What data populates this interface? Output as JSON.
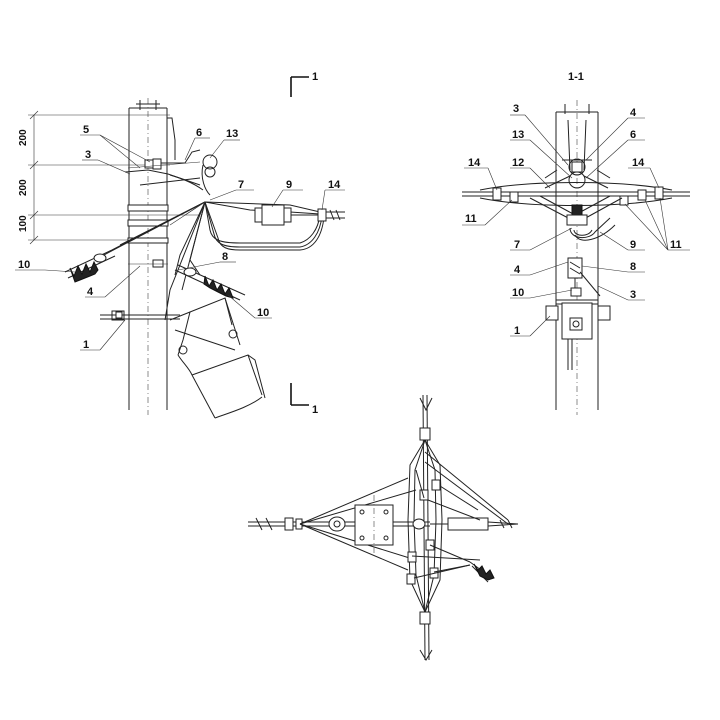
{
  "section_marker": "1",
  "section_title": "1-1",
  "dimensions": [
    "200",
    "200",
    "100"
  ],
  "side_view_labels": [
    "5",
    "6",
    "13",
    "3",
    "7",
    "9",
    "14",
    "10",
    "4",
    "8",
    "10",
    "1"
  ],
  "section_view_labels": [
    "3",
    "4",
    "13",
    "6",
    "14",
    "12",
    "14",
    "11",
    "7",
    "9",
    "11",
    "4",
    "8",
    "10",
    "3",
    "1"
  ]
}
